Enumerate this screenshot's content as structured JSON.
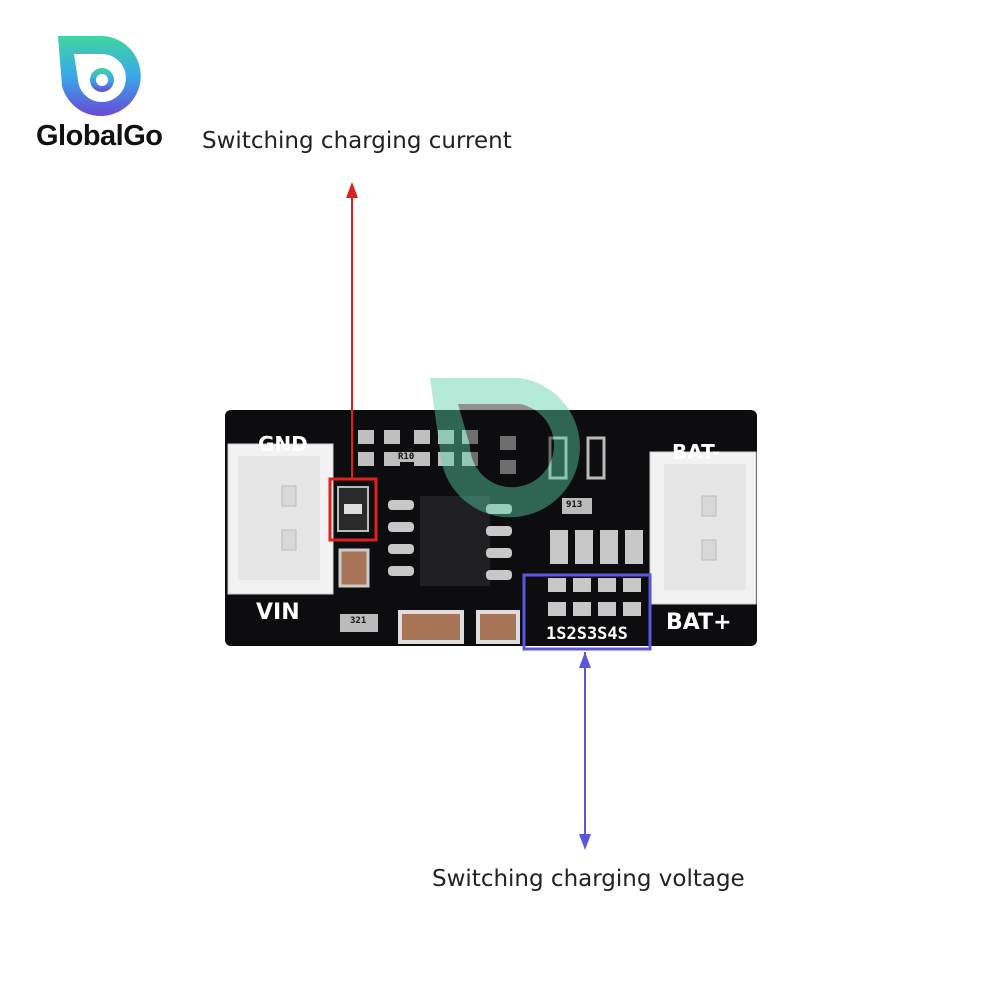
{
  "brand": {
    "name": "GlobalGo"
  },
  "callouts": {
    "current": {
      "label": "Switching charging current",
      "color": "#e0201c"
    },
    "voltage": {
      "label": "Switching charging voltage",
      "color": "#5a55e0"
    }
  },
  "board": {
    "labels": {
      "gnd": "GND",
      "vin": "VIN",
      "bat_minus": "BAT-",
      "bat_plus": "BAT+"
    },
    "cell_select": "1S2S3S4S",
    "component_codes": [
      "R10",
      "913",
      "321"
    ]
  }
}
